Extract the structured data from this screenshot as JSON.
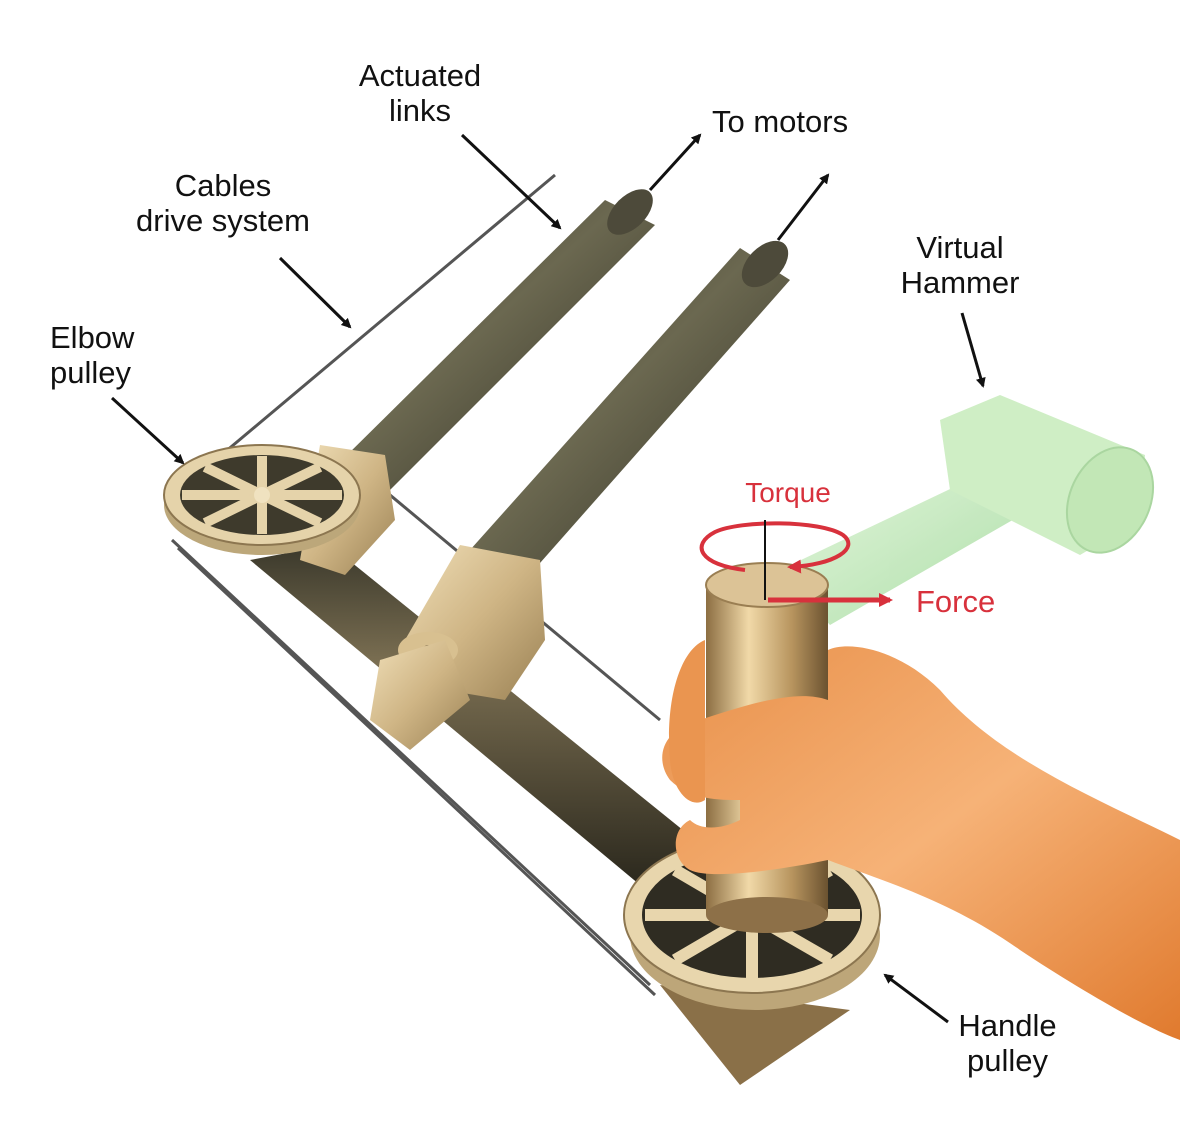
{
  "labels": {
    "actuated_links": [
      "Actuated",
      "links"
    ],
    "to_motors": "To motors",
    "cables_drive_system": [
      "Cables",
      "drive system"
    ],
    "virtual_hammer": [
      "Virtual",
      "Hammer"
    ],
    "elbow_pulley": [
      "Elbow",
      "pulley"
    ],
    "torque": "Torque",
    "force": "Force",
    "handle_pulley": [
      "Handle",
      "pulley"
    ]
  },
  "colors": {
    "link_dark": "#4a4838",
    "pulley_tan": "#d9c49a",
    "hammer_green": "#c5ecb8",
    "annotation_red": "#d8313c",
    "hand_skin": "#f0a060"
  }
}
